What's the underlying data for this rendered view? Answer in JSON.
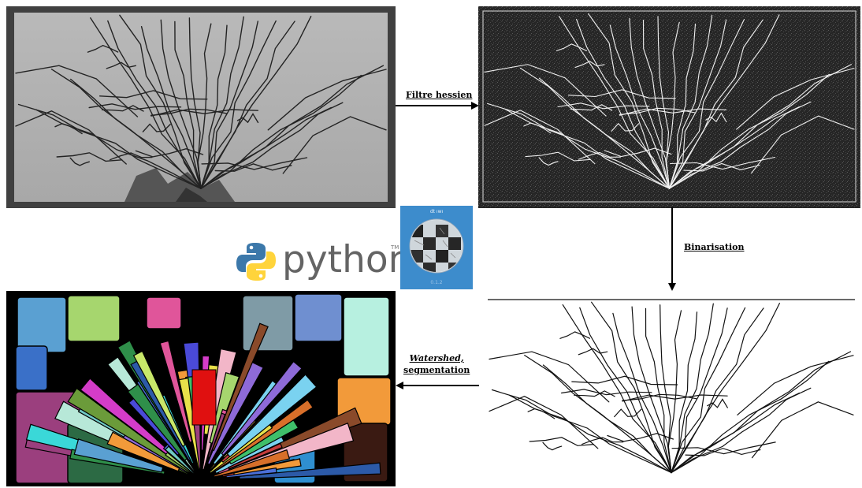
{
  "steps": {
    "hessian": "Filtre hessien",
    "binarisation": "Binarisation",
    "watershed_italic": "Watershed,",
    "watershed_rest": "segmentation"
  },
  "logos": {
    "python_word": "python",
    "python_tm": "TM",
    "skimage_title": "dt ıwı",
    "skimage_version": "0.1.2"
  },
  "colors": {
    "raw_bg": "#b4b4b4",
    "crack_dark": "#222222",
    "hess_bg": "#2a2a2a",
    "hess_line": "#f2f2f2",
    "arrow": "#000000",
    "python_blue": "#3c78aa",
    "python_yellow": "#ffd43b",
    "skimage_blue": "#3d8ccc"
  }
}
